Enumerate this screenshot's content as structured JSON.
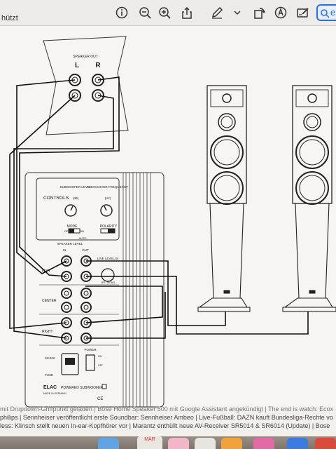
{
  "toolbar": {
    "title_fragment": "hützt",
    "search_fragment": "e"
  },
  "diagram": {
    "speaker_out_label": "SPEAKER OUT",
    "left_channel": "L",
    "right_channel": "R",
    "controls_label": "CONTROLS",
    "subwoofer_level_label": "SUBWOOFER LEVEL",
    "subwoofer_level_unit": "(dB)",
    "crossover_label": "CROSSOVER FREQUENCY",
    "crossover_unit": "(Hz)",
    "mode_label": "MODE",
    "mode_off": "OFF",
    "mode_on": "ON",
    "mode_auto": "AUTO",
    "polarity_label": "POLARITY",
    "speaker_level_label": "SPEAKER LEVEL",
    "in_label": "IN",
    "out_label": "OUT",
    "line_level_in_label": "LINE LEVEL IN",
    "lfe_mono_label": "LFE / MONO",
    "left_label": "LEFT",
    "center_label": "CENTER",
    "right_label": "RIGHT",
    "power_label": "POWER",
    "power_on": "ON",
    "power_off": "OFF",
    "mains_label": "MAINS",
    "fuse_label": "FUSE",
    "brand": "ELAC",
    "product": "POWERED SUBWOOFER",
    "made_in": "MADE IN GERMANY"
  },
  "footer": {
    "line1": "mit Dropdown-Griffpunkt geladen  |  Bose Home Speaker 500 mit Google Assistant angekündigt  |  The end is watch: Ecox",
    "line2": "philips  |  Sennheiser veröffentlicht erste Soundbar: Sennheiser Ambeo  |  Live-Fußball: DAZN kauft Bundesliga-Rechte vo",
    "line3": "less: Klinsch stellt neuen In-ear-Kopfhörer vor  |  Marantz enthüllt neue AV-Receiver SR5014 & SR6014 (Update)  |  Bose"
  },
  "dock": {
    "calendar_month": "MÄR"
  },
  "icons": [
    "info-icon",
    "zoom-out-icon",
    "zoom-in-icon",
    "share-icon",
    "markup-pen-icon",
    "chevron-down-icon",
    "rotate-icon",
    "annotate-icon",
    "edit-form-icon",
    "search-icon"
  ]
}
